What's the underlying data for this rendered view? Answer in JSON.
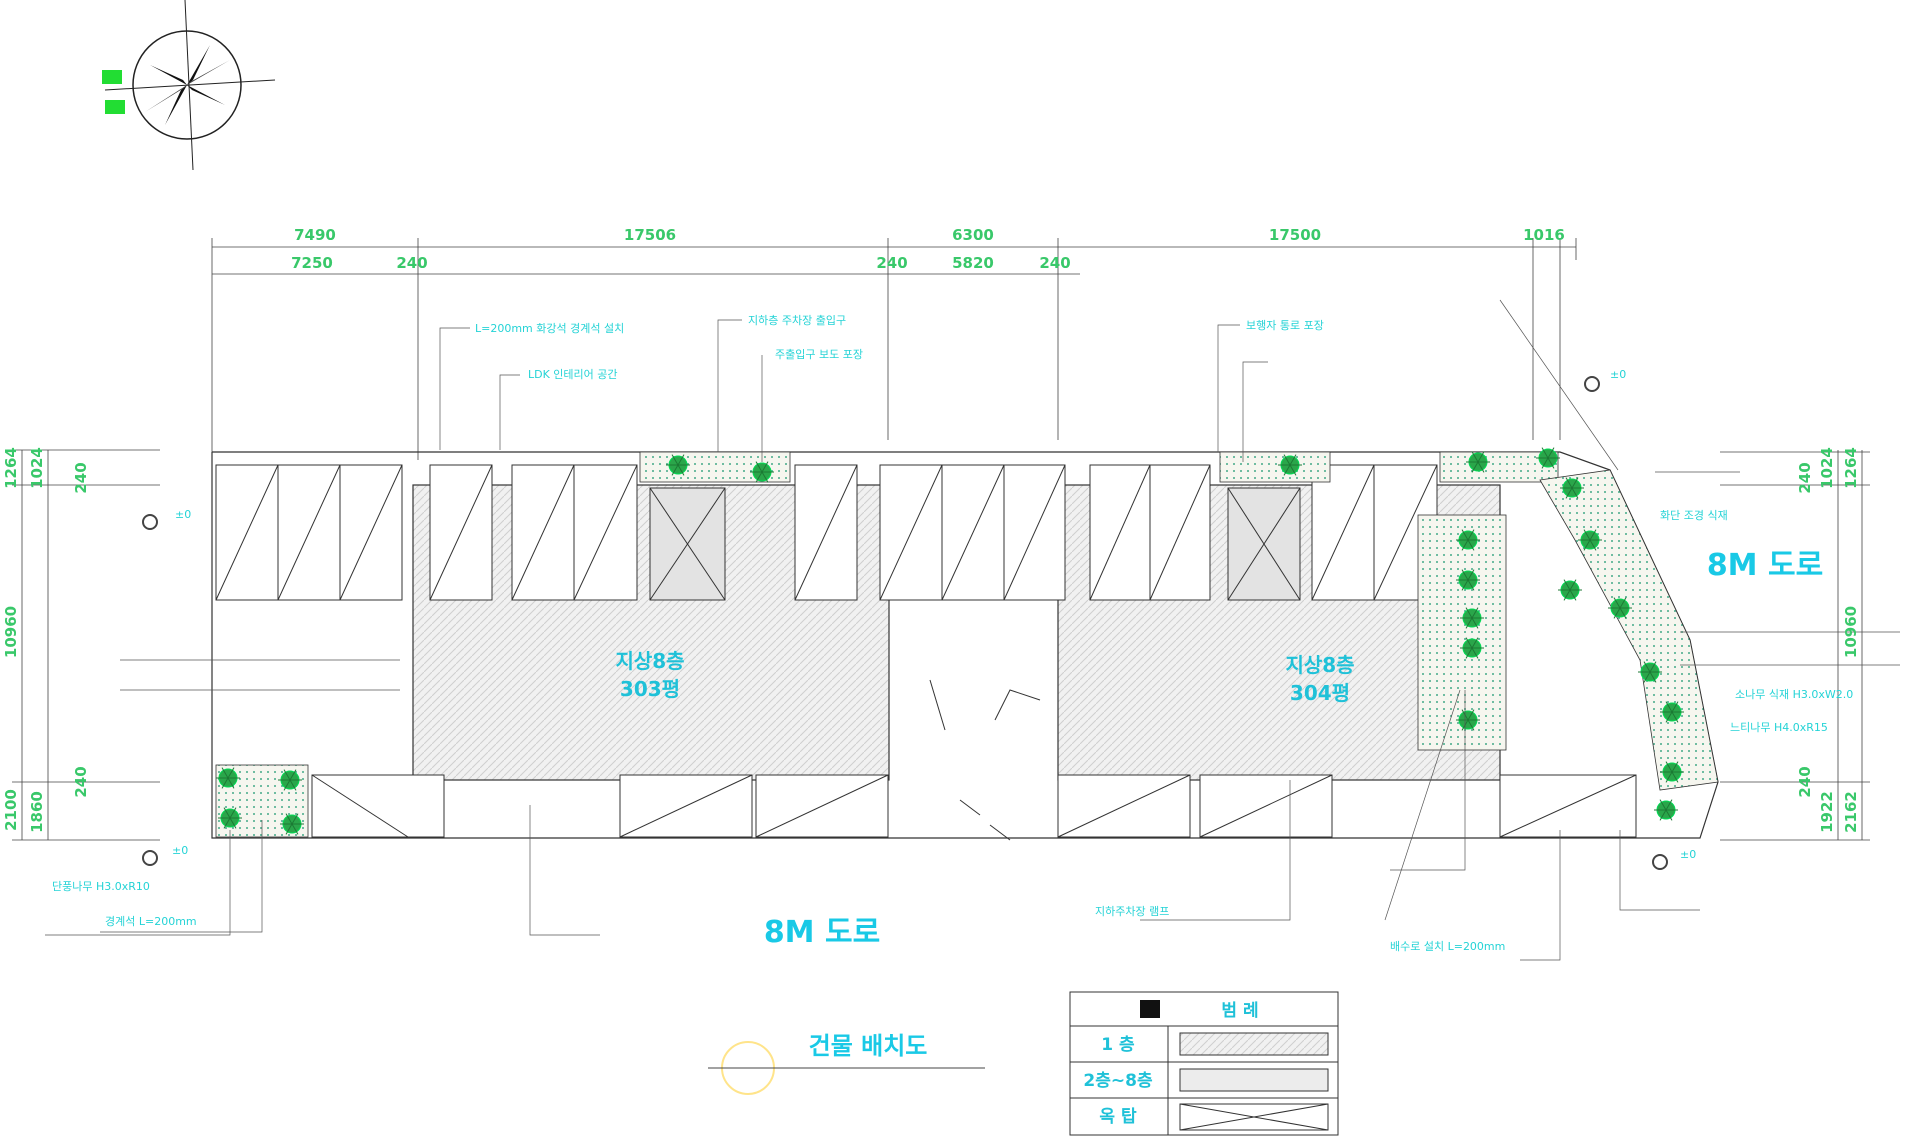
{
  "drawing": {
    "title": "건물 배치도",
    "road_labels": {
      "east": "8M 도로",
      "south": "8M 도로"
    },
    "buildings": [
      {
        "name": "지상8층",
        "units": "303평"
      },
      {
        "name": "지상8층",
        "units": "304평"
      }
    ],
    "dimensions": {
      "top_overall": [
        "7490",
        "17506",
        "6300",
        "17500",
        "1016"
      ],
      "top_sub": [
        "7250",
        "240",
        "240",
        "5820",
        "240"
      ],
      "left": [
        "1264",
        "1024",
        "240",
        "10960",
        "2100",
        "1860",
        "240"
      ],
      "right": [
        "240",
        "1024",
        "1264",
        "10960",
        "240",
        "1922",
        "2162"
      ]
    },
    "elevation_marks": [
      "±0",
      "±0",
      "±0",
      "±0"
    ],
    "annotations": [
      "L=200mm 화강석 경계석 설치",
      "LDK 인테리어 공간",
      "지하층 주차장 출입구",
      "주출입구 보도 포장",
      "보행자 통로 포장",
      "화단 조경 식재",
      "소나무 식재 H3.0xW2.0",
      "느티나무 H4.0xR15",
      "단풍나무 H3.0xR10",
      "경계석 L=200mm",
      "지하주차장 램프",
      "배수로 설치 L=200mm"
    ],
    "legend": {
      "title": "범 례",
      "rows": [
        "1 층",
        "2층~8층",
        "옥 탑"
      ]
    },
    "colors": {
      "line": "#1c1c1c",
      "accent": "#19c9e6",
      "dimension": "#39c86a",
      "hatch": "#dcdcdc"
    }
  }
}
